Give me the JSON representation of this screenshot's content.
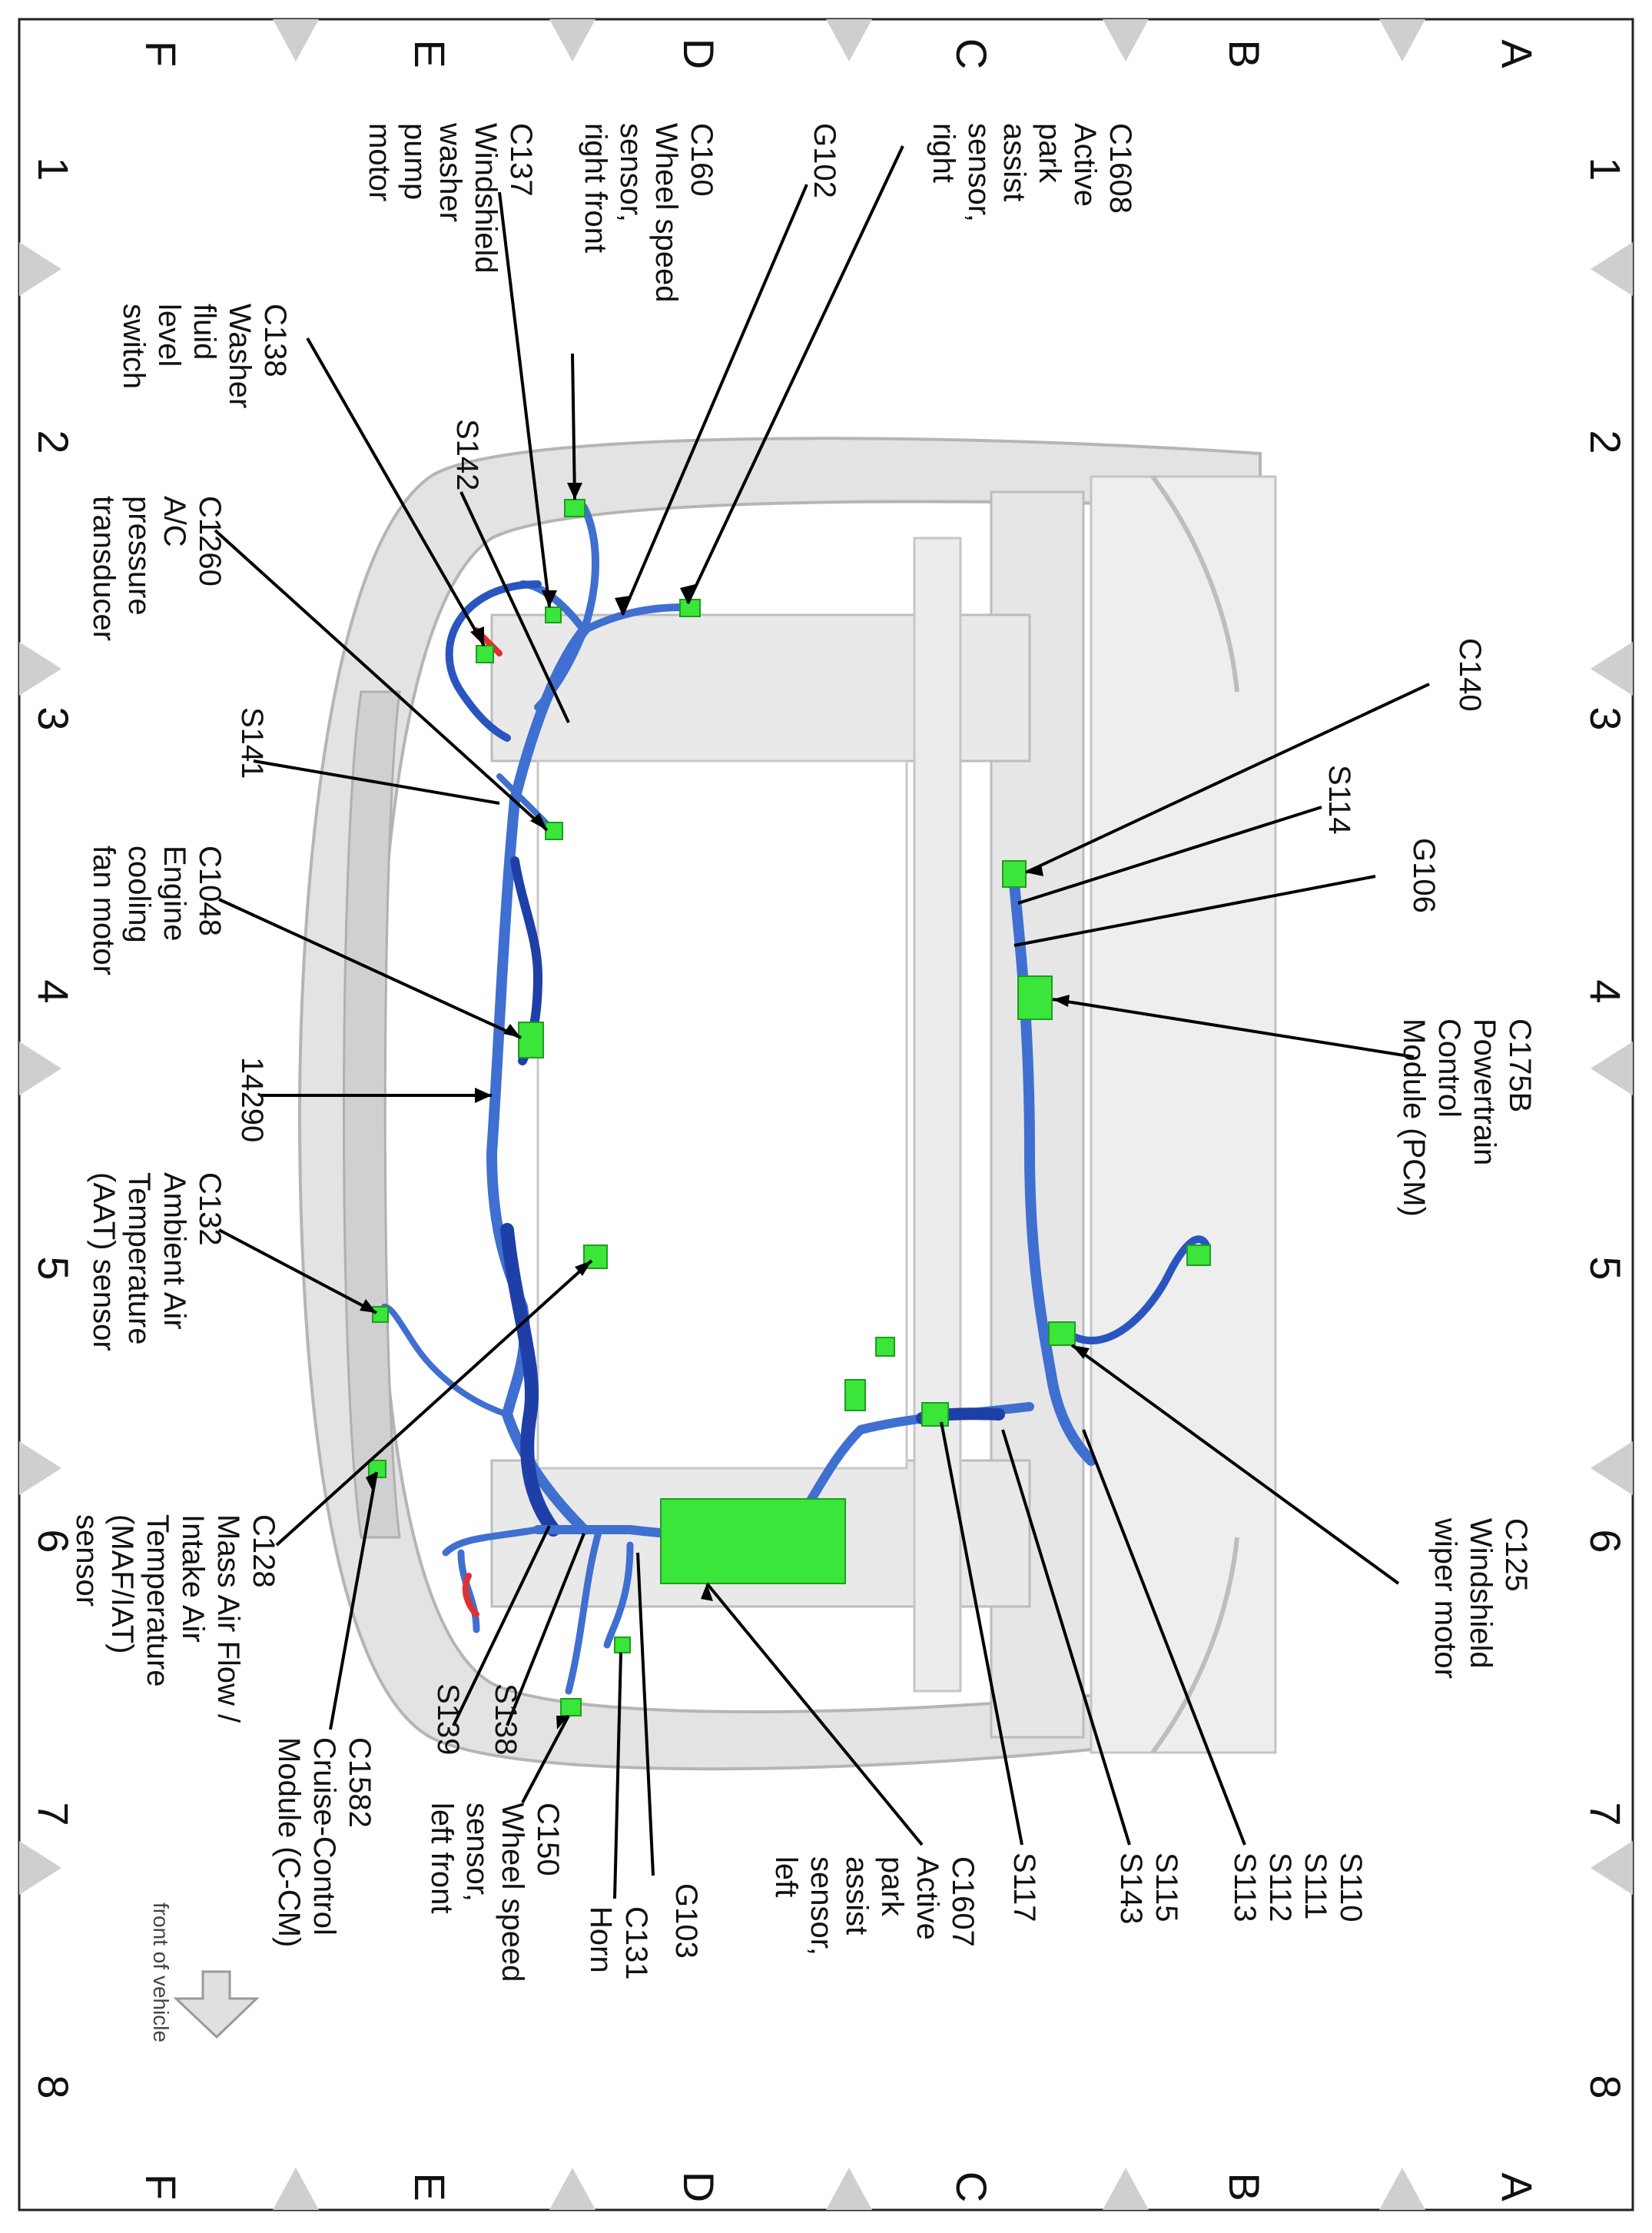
{
  "diagram": {
    "grid": {
      "rows": [
        "A",
        "B",
        "C",
        "D",
        "E",
        "F"
      ],
      "cols": [
        "1",
        "2",
        "3",
        "4",
        "5",
        "6",
        "7",
        "8"
      ]
    },
    "orientation_label": "front of vehicle",
    "callouts": {
      "c1608": [
        "C1608",
        "Active",
        "park",
        "assist",
        "sensor,",
        "right"
      ],
      "g102": [
        "G102"
      ],
      "c160": [
        "C160",
        "Wheel speed",
        "sensor,",
        "right front"
      ],
      "c137": [
        "C137",
        "Windshield",
        "washer",
        "pump",
        "motor"
      ],
      "c138": [
        "C138",
        "Washer",
        "fluid",
        "level",
        "switch"
      ],
      "s142": [
        "S142"
      ],
      "c1260": [
        "C1260",
        "A/C",
        "pressure",
        "transducer"
      ],
      "s141": [
        "S141"
      ],
      "c1048": [
        "C1048",
        "Engine",
        "cooling",
        "fan motor"
      ],
      "n14290": [
        "14290"
      ],
      "c132": [
        "C132",
        "Ambient Air",
        "Temperature",
        "(AAT) sensor"
      ],
      "c128": [
        "C128",
        "Mass Air Flow /",
        "Intake Air",
        "Temperature",
        "(MAF/IAT)",
        "sensor"
      ],
      "c1582": [
        "C1582",
        "Cruise-Control",
        "Module (C-CM)"
      ],
      "s139": [
        "S139"
      ],
      "s138": [
        "S138"
      ],
      "c150": [
        "C150",
        "Wheel speed",
        "sensor,",
        "left front"
      ],
      "c131": [
        "C131",
        "Horn"
      ],
      "g103": [
        "G103"
      ],
      "c1607": [
        "C1607",
        "Active",
        "park",
        "assist",
        "sensor,",
        "left"
      ],
      "s117": [
        "S117"
      ],
      "s115": [
        "S115",
        "S143"
      ],
      "s110": [
        "S110",
        "S111",
        "S112",
        "S113"
      ],
      "c125": [
        "C125",
        "Windshield",
        "wiper motor"
      ],
      "c175b": [
        "C175B",
        "Powertrain",
        "Control",
        "Module (PCM)"
      ],
      "g106": [
        "G106"
      ],
      "s114": [
        "S114"
      ],
      "c140": [
        "C140"
      ]
    },
    "colors": {
      "harness": "#3f6fd0",
      "harness_dark": "#1f3fa8",
      "connector": "#39e639",
      "structure": "#d6d6d6",
      "marker": "#cfcfcf",
      "red_wire": "#e03030"
    }
  }
}
